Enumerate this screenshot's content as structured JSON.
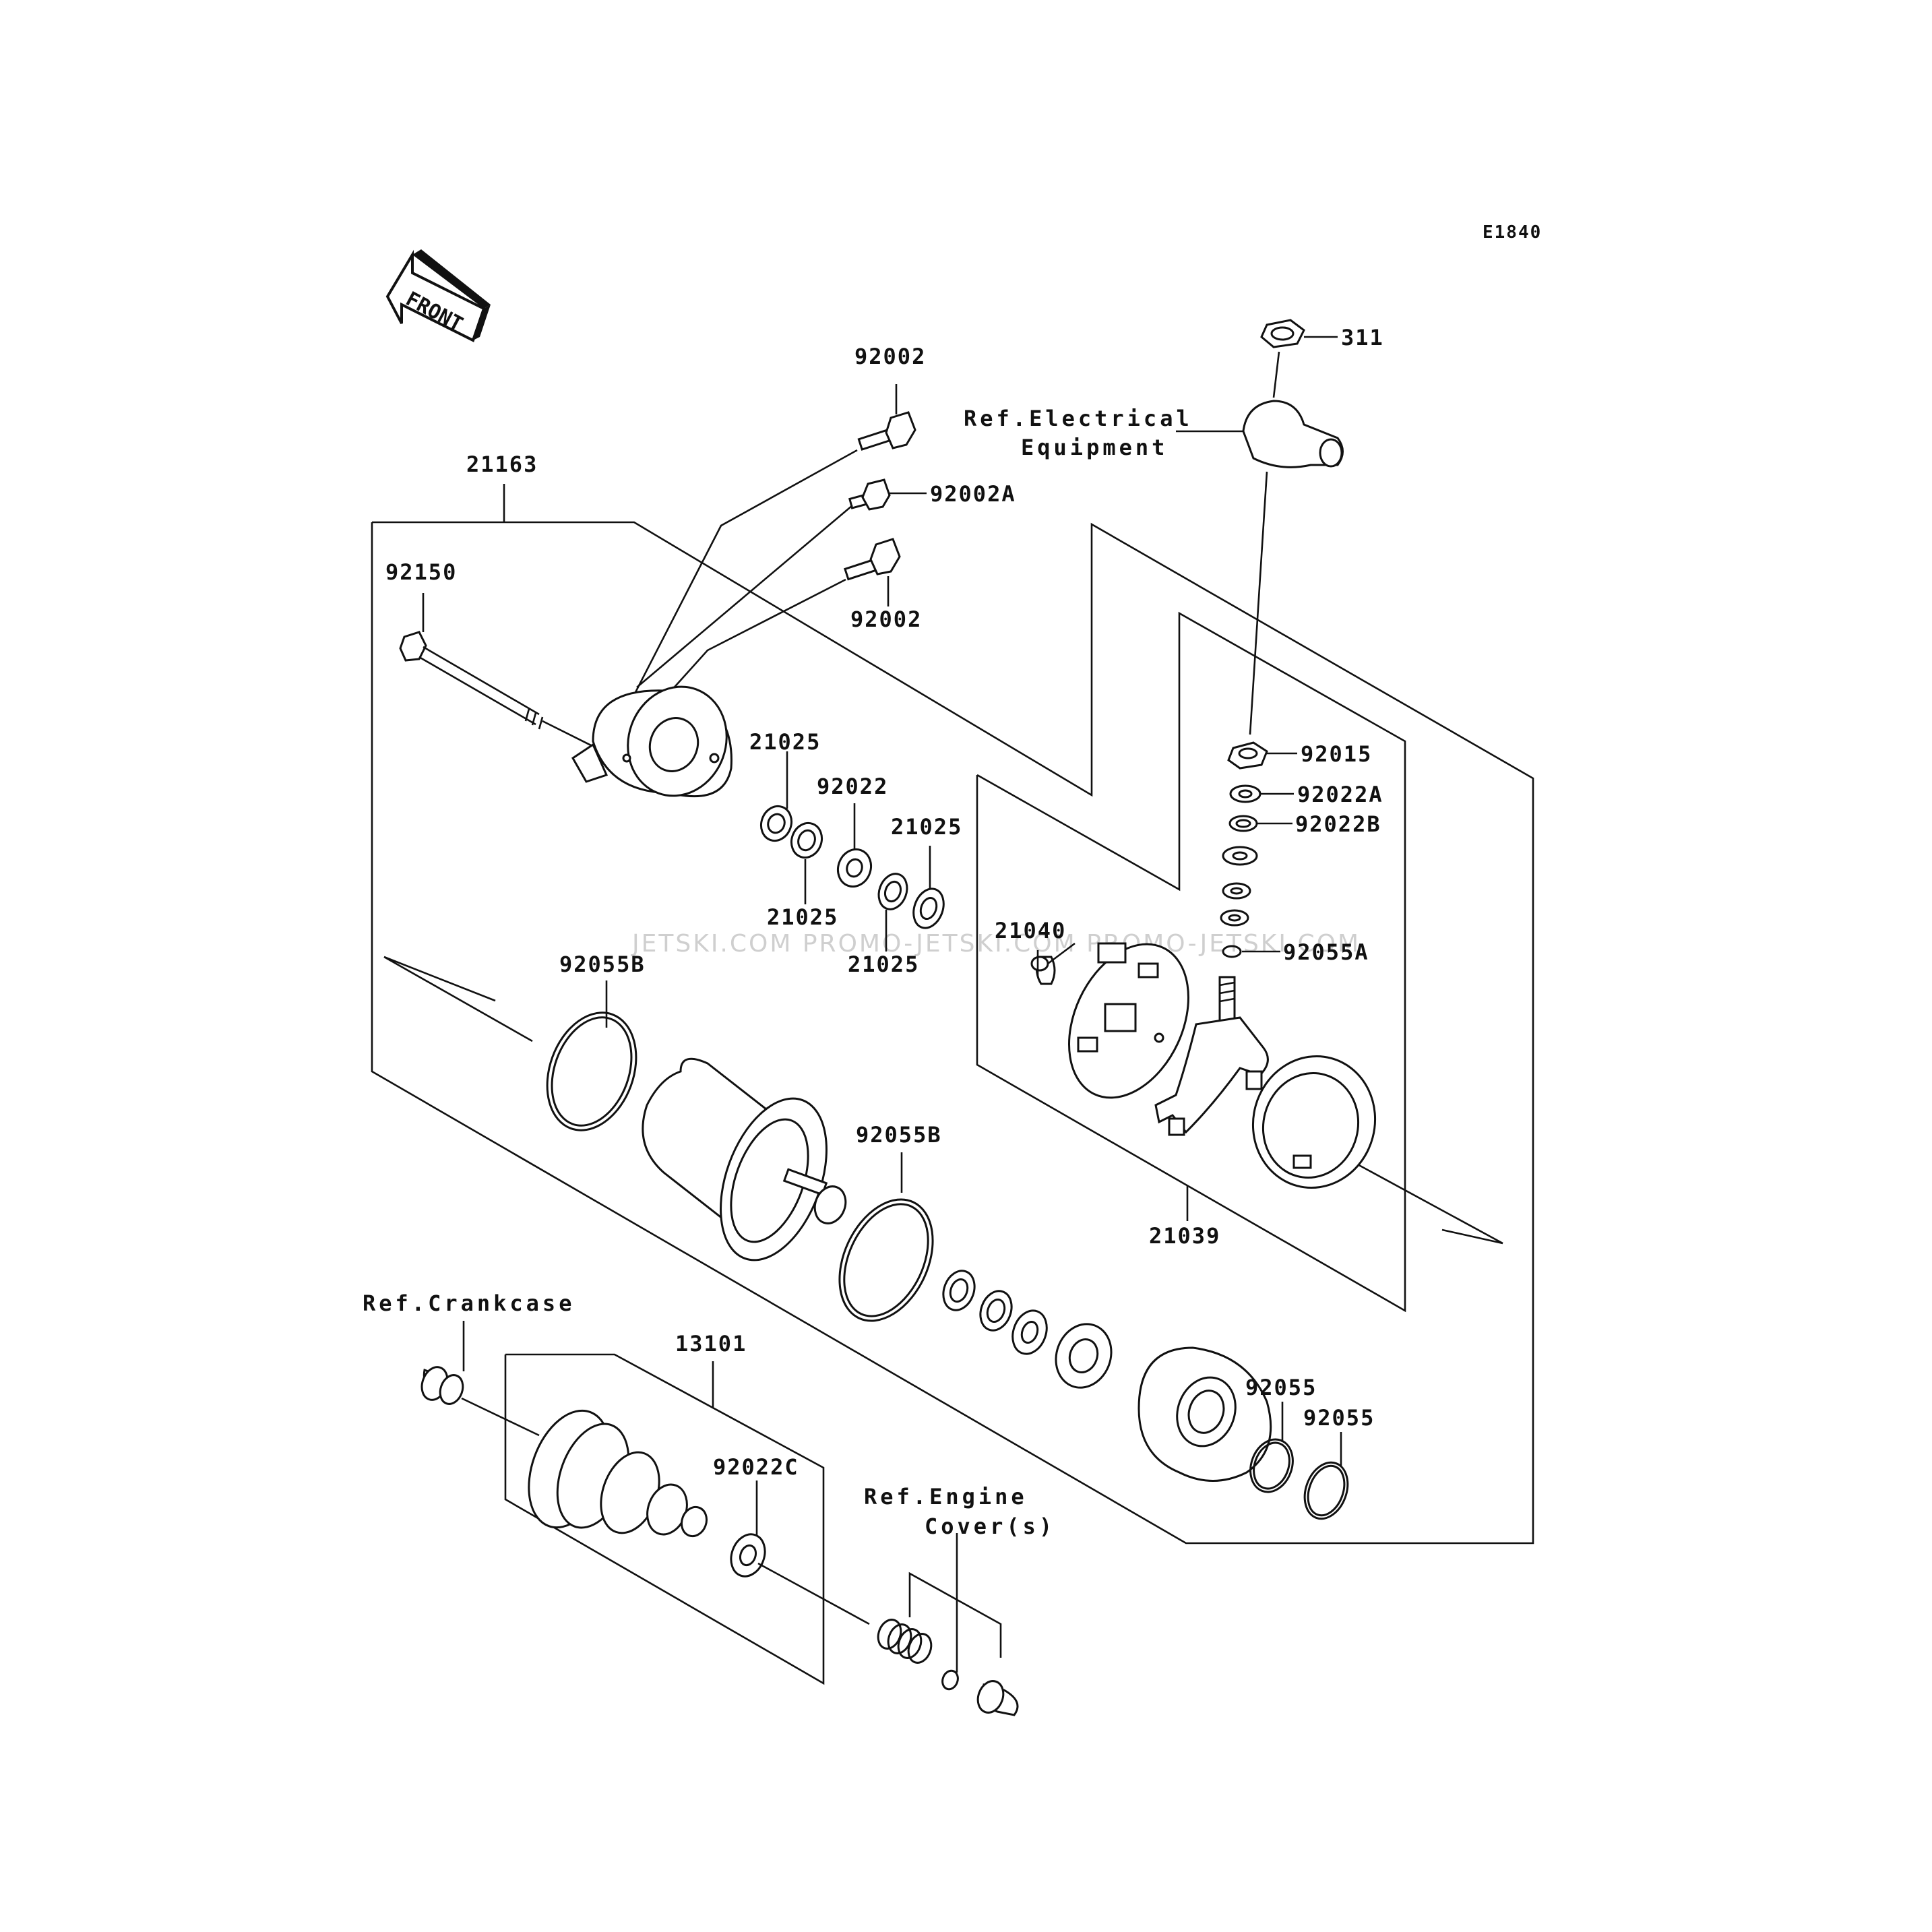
{
  "diagram": {
    "code": "E1840",
    "front_label": "FRONT",
    "watermark": "JETSKI.COM  PROMO-JETSKI.COM  PROMO-JETSKI.COM",
    "refs": {
      "electrical_1": "Ref.Electrical",
      "electrical_2": "Equipment",
      "crankcase": "Ref.Crankcase",
      "engine_cover_1": "Ref.Engine",
      "engine_cover_2": "Cover(s)"
    },
    "parts": {
      "p311": "311",
      "p92002_top": "92002",
      "p92002A": "92002A",
      "p92002_mid": "92002",
      "p21163": "21163",
      "p92150": "92150",
      "p21025_a": "21025",
      "p92022": "92022",
      "p21025_b": "21025",
      "p21025_c": "21025",
      "p21025_d": "21025",
      "p92015": "92015",
      "p92022A": "92022A",
      "p92022B": "92022B",
      "p21040": "21040",
      "p92055A": "92055A",
      "p92055B_a": "92055B",
      "p92055B_b": "92055B",
      "p21039": "21039",
      "p13101": "13101",
      "p92022C": "92022C",
      "p92055_a": "92055",
      "p92055_b": "92055"
    }
  }
}
